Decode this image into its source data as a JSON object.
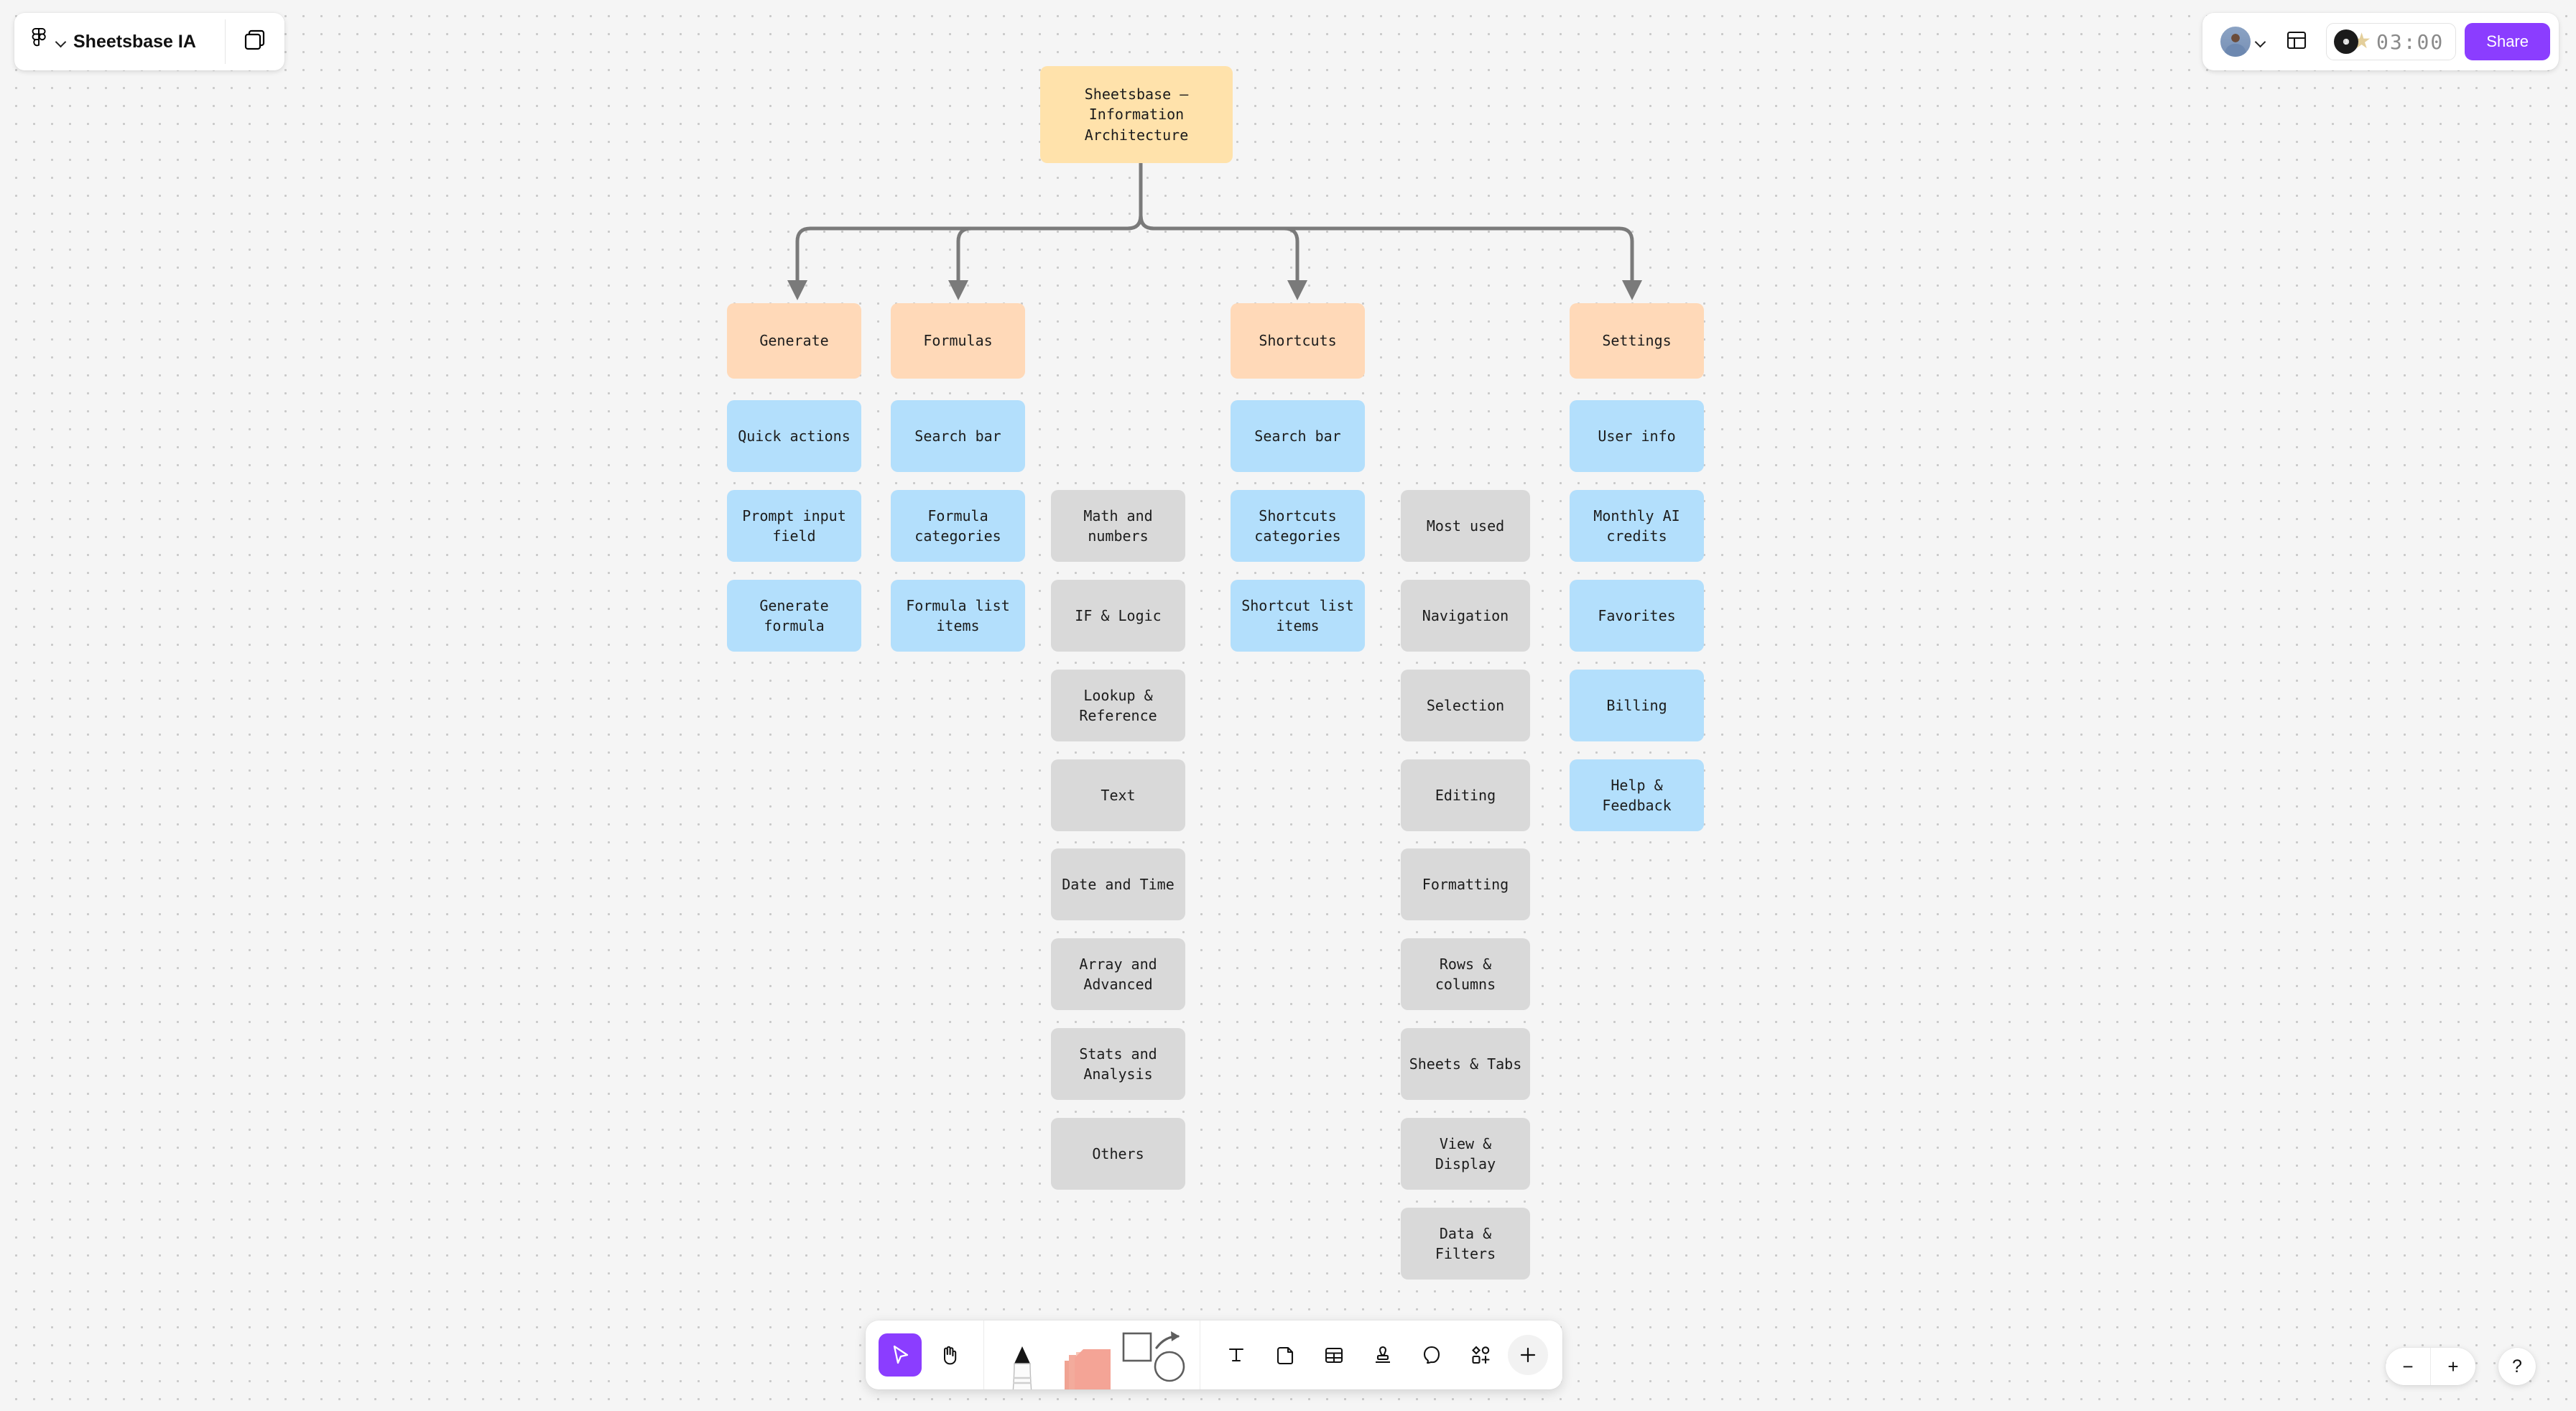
{
  "app": {
    "file_name": "Sheetsbase IA",
    "logo_icon": "figjam-logo-icon",
    "file_chevron_icon": "chevron-down-icon",
    "pages_icon": "pages-panel-icon"
  },
  "topbar_right": {
    "avatar_icon": "user-avatar",
    "avatar_chevron_icon": "chevron-down-icon",
    "layout_icon": "layout-grid-icon",
    "music_icon": "vinyl-record-icon",
    "star_icon": "star-icon",
    "timer_value": "03:00",
    "share_label": "Share"
  },
  "toolbar": {
    "items": [
      {
        "name": "move-tool",
        "icon": "cursor-arrow-icon",
        "active": true
      },
      {
        "name": "hand-tool",
        "icon": "hand-icon",
        "active": false
      },
      {
        "name": "pen-tool",
        "icon": "pencil-marker-icon",
        "active": false
      },
      {
        "name": "sticky-tool",
        "icon": "sticky-note-icon",
        "active": false
      },
      {
        "name": "shape-tool",
        "icon": "shapes-icon",
        "active": false
      },
      {
        "name": "text-tool",
        "icon": "text-icon",
        "active": false
      },
      {
        "name": "section-tool",
        "icon": "section-icon",
        "active": false
      },
      {
        "name": "table-tool",
        "icon": "table-icon",
        "active": false
      },
      {
        "name": "stamp-tool",
        "icon": "stamp-icon",
        "active": false
      },
      {
        "name": "comment-tool",
        "icon": "comment-icon",
        "active": false
      },
      {
        "name": "widgets-tool",
        "icon": "widgets-icon",
        "active": false
      },
      {
        "name": "more-tool",
        "icon": "plus-icon",
        "active": false
      }
    ]
  },
  "viewport_controls": {
    "zoom_out_label": "−",
    "zoom_in_label": "+",
    "help_label": "?"
  },
  "colors": {
    "root_node": "#ffe2ab",
    "category_node": "#ffd9b8",
    "sub_node": "#b3dffc",
    "leaf_node": "#d9d9d9",
    "accent": "#8b3dff",
    "canvas": "#f5f5f5",
    "connector": "#7a7a7a"
  },
  "diagram": {
    "root": {
      "label": "Sheetsbase —\nInformation\nArchitecture"
    },
    "columns": [
      {
        "category": "Generate",
        "children": [
          "Quick actions",
          "Prompt input\nfield",
          "Generate formula"
        ],
        "leaves": []
      },
      {
        "category": "Formulas",
        "children": [
          "Search bar",
          "Formula\ncategories",
          "Formula list\nitems"
        ],
        "leaves": [
          "Math and numbers",
          "IF & Logic",
          "Lookup &\nReference",
          "Text",
          "Date and Time",
          "Array and\nAdvanced",
          "Stats and\nAnalysis",
          "Others"
        ]
      },
      {
        "category": "Shortcuts",
        "children": [
          "Search bar",
          "Shortcuts\ncategories",
          "Shortcut list\nitems"
        ],
        "leaves": [
          "Most used",
          "Navigation",
          "Selection",
          "Editing",
          "Formatting",
          "Rows & columns",
          "Sheets & Tabs",
          "View & Display",
          "Data & Filters"
        ]
      },
      {
        "category": "Settings",
        "children": [
          "User info",
          "Monthly AI\ncredits",
          "Favorites",
          "Billing",
          "Help & Feedback"
        ],
        "leaves": []
      }
    ]
  }
}
